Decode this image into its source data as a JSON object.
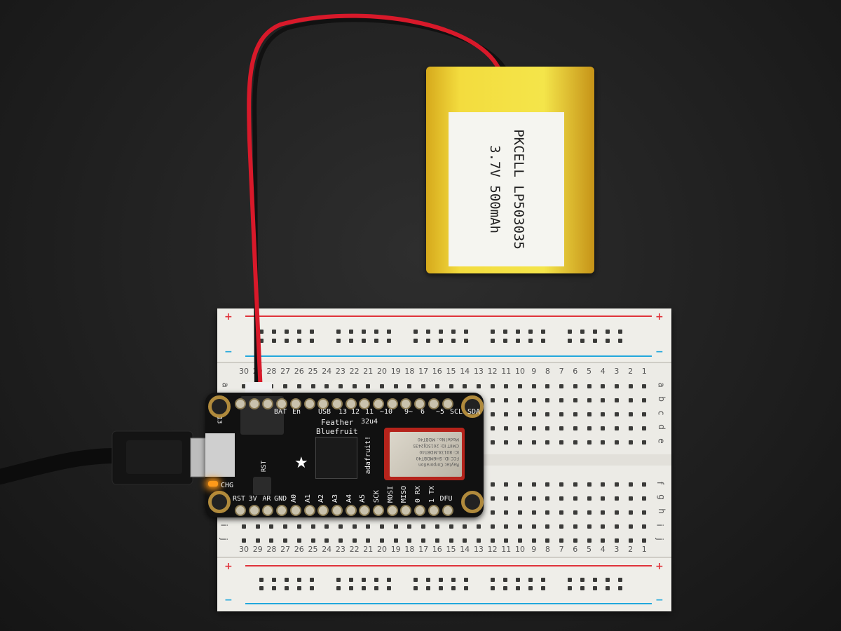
{
  "battery": {
    "label_line1": "PKCELL LP503035",
    "label_line2": "3.7V 500mAh",
    "color": "#f3dc3e"
  },
  "wires": {
    "positive_color": "#d8192a",
    "negative_color": "#111111"
  },
  "breadboard": {
    "rail_plus": "+",
    "rail_minus": "−",
    "rail_red": "#e0333b",
    "rail_blue": "#22a8dc",
    "columns": [
      "30",
      "29",
      "28",
      "27",
      "26",
      "25",
      "24",
      "23",
      "22",
      "21",
      "20",
      "19",
      "18",
      "17",
      "16",
      "15",
      "14",
      "13",
      "12",
      "11",
      "10",
      "9",
      "8",
      "7",
      "6",
      "5",
      "4",
      "3",
      "2",
      "1"
    ],
    "rows_top": [
      "a",
      "b",
      "c",
      "d",
      "e"
    ],
    "rows_bottom": [
      "f",
      "g",
      "h",
      "i",
      "j"
    ]
  },
  "board": {
    "name_line1": "Feather",
    "name_line2": "Bluefruit",
    "chip": "32u4",
    "brand": "adafruit!",
    "top_pins": [
      "BAT",
      "En",
      "USB",
      "13",
      "12",
      "11",
      "~10",
      "9~",
      "6",
      "~5",
      "SCL",
      "SDA"
    ],
    "bottom_pins": [
      "RST",
      "3V",
      "AR",
      "GND",
      "A0",
      "A1",
      "A2",
      "A3",
      "A4",
      "A5",
      "SCK",
      "MOSI",
      "MISO",
      "0 RX",
      "1 TX",
      "DFU"
    ],
    "side_labels": {
      "led13": "13",
      "reset": "RST",
      "charge": "CHG"
    },
    "module_text": [
      "Raytac Corporation",
      "FCC ID: SH6MDBT40",
      "IC: 8017A-MDBT40",
      "CMIIT ID: 2015DJ2435",
      "Model No.: MDBT40"
    ],
    "charge_led_color": "#ff9a1a"
  }
}
